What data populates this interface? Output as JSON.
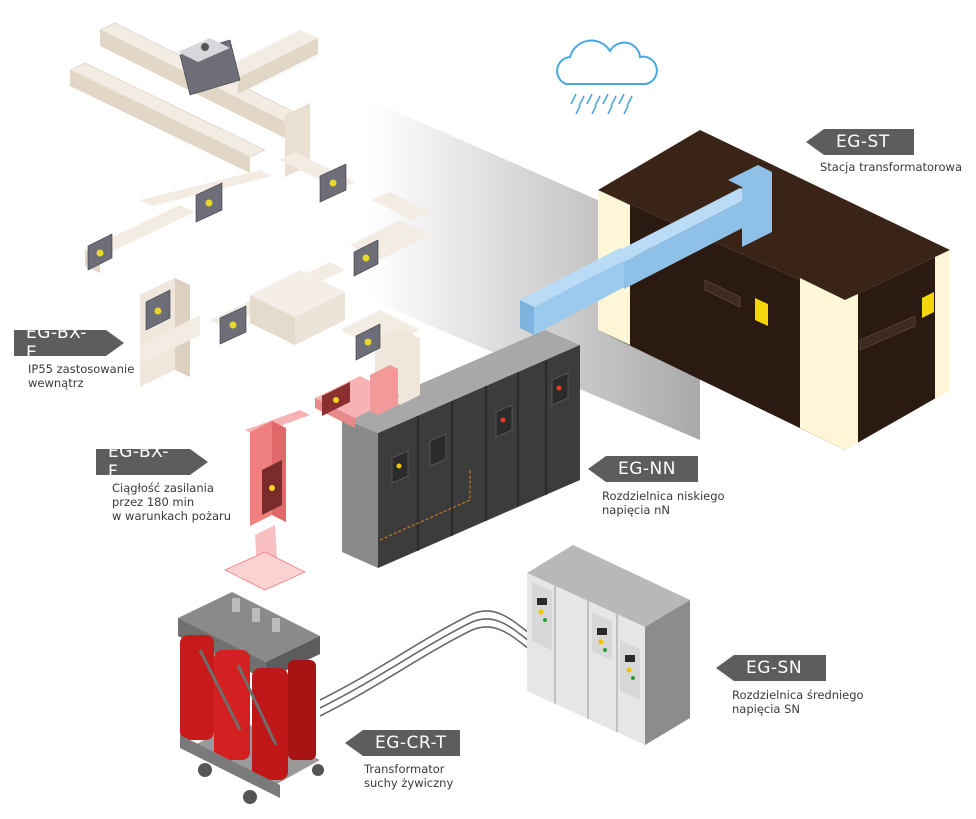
{
  "labels": {
    "st": {
      "code": "EG-ST",
      "desc": [
        "Stacja transformatorowa"
      ]
    },
    "bxe": {
      "code": "EG-BX-E",
      "desc": [
        "IP55 zastosowanie",
        "wewnątrz"
      ]
    },
    "bxf": {
      "code": "EG-BX-F",
      "desc": [
        "Ciągłość zasilania",
        "przez 180 min",
        "w warunkach pożaru"
      ]
    },
    "nn": {
      "code": "EG-NN",
      "desc": [
        "Rozdzielnica niskiego",
        "napięcia nN"
      ]
    },
    "sn": {
      "code": "EG-SN",
      "desc": [
        "Rozdzielnica średniego",
        "napięcia SN"
      ]
    },
    "crt": {
      "code": "EG-CR-T",
      "desc": [
        "Transformator",
        "suchy żywiczny"
      ]
    }
  },
  "colors": {
    "tag_bg": "#5d5d5d",
    "busway_cream": "#efe6dc",
    "busway_red": "#f08080",
    "busway_blue": "#8fc0e8",
    "station_dark": "#2a1a12",
    "station_cream": "#fff6d8",
    "cabinet_grey": "#8a8a8a",
    "transformer_red": "#d42020",
    "rain_blue": "#4aa8e0"
  },
  "icons": [
    "rain-cloud-icon"
  ]
}
